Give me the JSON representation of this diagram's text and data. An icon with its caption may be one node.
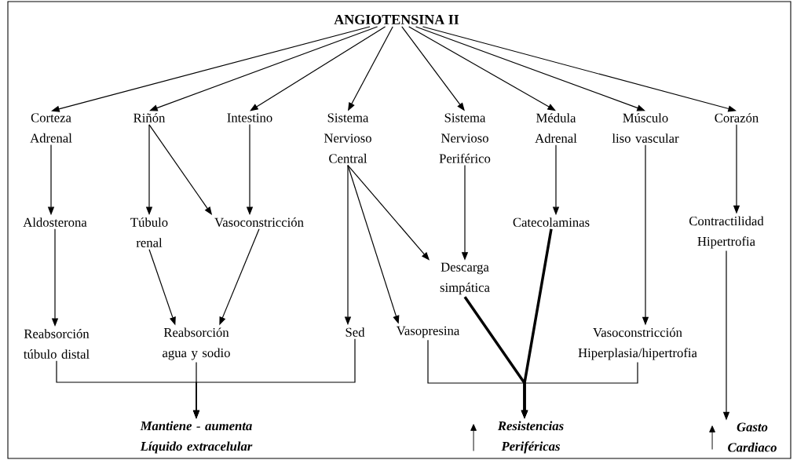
{
  "diagram": {
    "nodes": [
      {
        "text": [
          "ANGIOTENSINA II"
        ]
      },
      {
        "text": [
          "Corteza Adrenal"
        ]
      },
      {
        "text": [
          "Riñón"
        ]
      },
      {
        "text": [
          "Intestino"
        ]
      },
      {
        "text": [
          "Sistema Nervioso Central"
        ]
      },
      {
        "text": [
          "Sistema Nervioso Periférico"
        ]
      },
      {
        "text": [
          "Médula Adrenal"
        ]
      },
      {
        "text": [
          "Músculo liso vascular"
        ]
      },
      {
        "text": [
          "Corazón"
        ]
      },
      {
        "text": [
          "Aldosterona"
        ]
      },
      {
        "text": [
          "Túbulo renal"
        ]
      },
      {
        "text": [
          "Vasoconstricción"
        ]
      },
      {
        "text": [
          "Catecolaminas"
        ]
      },
      {
        "text": [
          "Contractilidad Hipertrofia"
        ]
      },
      {
        "text": [
          "Descarga simpática"
        ]
      },
      {
        "text": [
          "Reabsorción túbulo distal"
        ]
      },
      {
        "text": [
          "Reabsorción agua y sodio"
        ]
      },
      {
        "text": [
          "Sed"
        ]
      },
      {
        "text": [
          "Vasopresina"
        ]
      },
      {
        "text": [
          "Vasoconstricción Hiperplasia/hipertrofia"
        ]
      },
      {
        "text": [
          "Mantiene - aumenta Líquido extracelular"
        ]
      },
      {
        "text": [
          "Resistencias Periféricas"
        ]
      },
      {
        "text": [
          "Gasto Cardiaco"
        ]
      }
    ],
    "edges": [
      {
        "from": 0,
        "to": 1,
        "arrow": "to"
      },
      {
        "from": 0,
        "to": 2,
        "arrow": "to"
      },
      {
        "from": 0,
        "to": 3,
        "arrow": "to"
      },
      {
        "from": 0,
        "to": 4,
        "arrow": "to"
      },
      {
        "from": 0,
        "to": 5,
        "arrow": "to"
      },
      {
        "from": 0,
        "to": 6,
        "arrow": "to"
      },
      {
        "from": 0,
        "to": 7,
        "arrow": "to"
      },
      {
        "from": 0,
        "to": 8,
        "arrow": "to"
      },
      {
        "from": 1,
        "to": 9,
        "arrow": "to"
      },
      {
        "from": 2,
        "to": 10,
        "arrow": "to"
      },
      {
        "from": 2,
        "to": 11,
        "arrow": "to"
      },
      {
        "from": 3,
        "to": 11,
        "arrow": "to"
      },
      {
        "from": 4,
        "to": 17,
        "arrow": "to"
      },
      {
        "from": 4,
        "to": 18,
        "arrow": "to"
      },
      {
        "from": 4,
        "to": 14,
        "arrow": "to"
      },
      {
        "from": 5,
        "to": 14,
        "arrow": "to"
      },
      {
        "from": 6,
        "to": 12,
        "arrow": "to"
      },
      {
        "from": 7,
        "to": 19,
        "arrow": "to"
      },
      {
        "from": 8,
        "to": 13,
        "arrow": "to"
      },
      {
        "from": 9,
        "to": 15,
        "arrow": "to"
      },
      {
        "from": 10,
        "to": 16,
        "arrow": "to"
      },
      {
        "from": 11,
        "to": 16,
        "arrow": "to"
      },
      {
        "from": 15,
        "to": 20,
        "arrow": "to"
      },
      {
        "from": 16,
        "to": 20,
        "arrow": "to"
      },
      {
        "from": 17,
        "to": 20,
        "arrow": "to"
      },
      {
        "from": 18,
        "to": 21,
        "arrow": "to"
      },
      {
        "from": 14,
        "to": 21,
        "arrow": "to",
        "style": "thick"
      },
      {
        "from": 12,
        "to": 21,
        "arrow": "to",
        "style": "thick"
      },
      {
        "from": 19,
        "to": 21,
        "arrow": "to"
      },
      {
        "from": 13,
        "to": 22,
        "arrow": "to"
      }
    ]
  }
}
